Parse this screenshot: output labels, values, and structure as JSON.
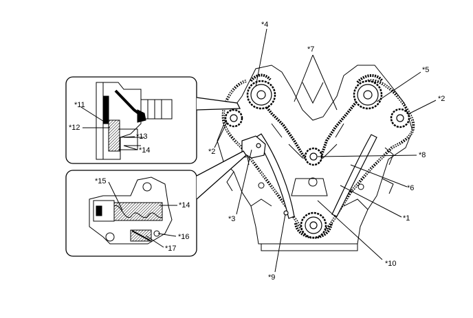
{
  "labels": {
    "l1": "*1",
    "l2a": "*2",
    "l2b": "*2",
    "l3": "*3",
    "l4": "*4",
    "l5": "*5",
    "l6": "*6",
    "l7": "*7",
    "l8": "*8",
    "l9": "*9",
    "l10": "*10",
    "l11": "*11",
    "l12": "*12",
    "l13": "*13",
    "l14a": "*14",
    "l14b": "*14",
    "l15": "*15",
    "l16": "*16",
    "l17": "*17"
  }
}
